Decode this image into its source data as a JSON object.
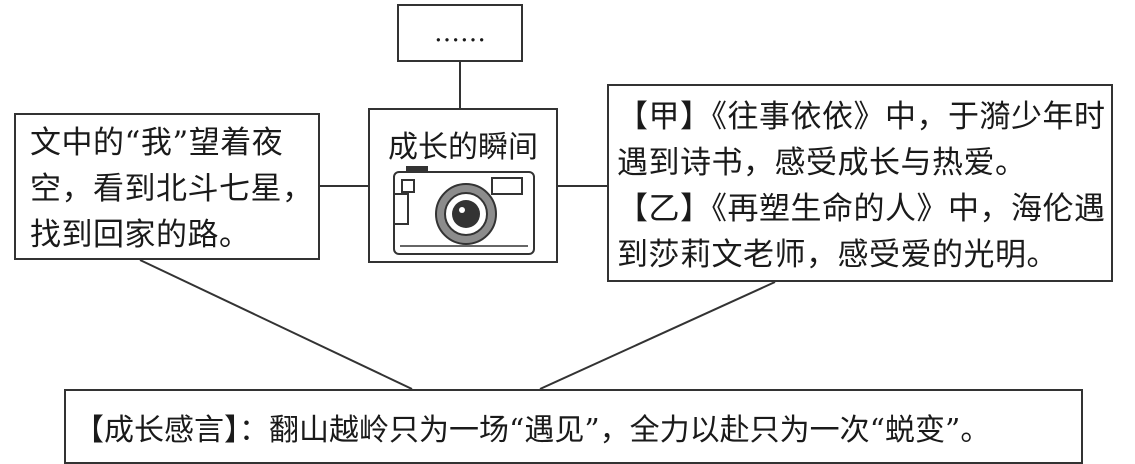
{
  "top_box": {
    "text": "……"
  },
  "center_box": {
    "title": "成长的瞬间",
    "icon": "camera-icon"
  },
  "left_box": {
    "lines": [
      "文中的“我”望着夜",
      "空，看到北斗七星，",
      "找到回家的路。"
    ]
  },
  "right_box": {
    "lines": [
      "【甲】《往事依依》中，于漪少年时",
      "遇到诗书，感受成长与热爱。",
      "【乙】《再塑生命的人》中，海伦遇",
      "到莎莉文老师，感受爱的光明。"
    ]
  },
  "bottom_box": {
    "text": "【成长感言】：翻山越岭只为一场“遇见”，全力以赴只为一次“蜕变”。"
  }
}
